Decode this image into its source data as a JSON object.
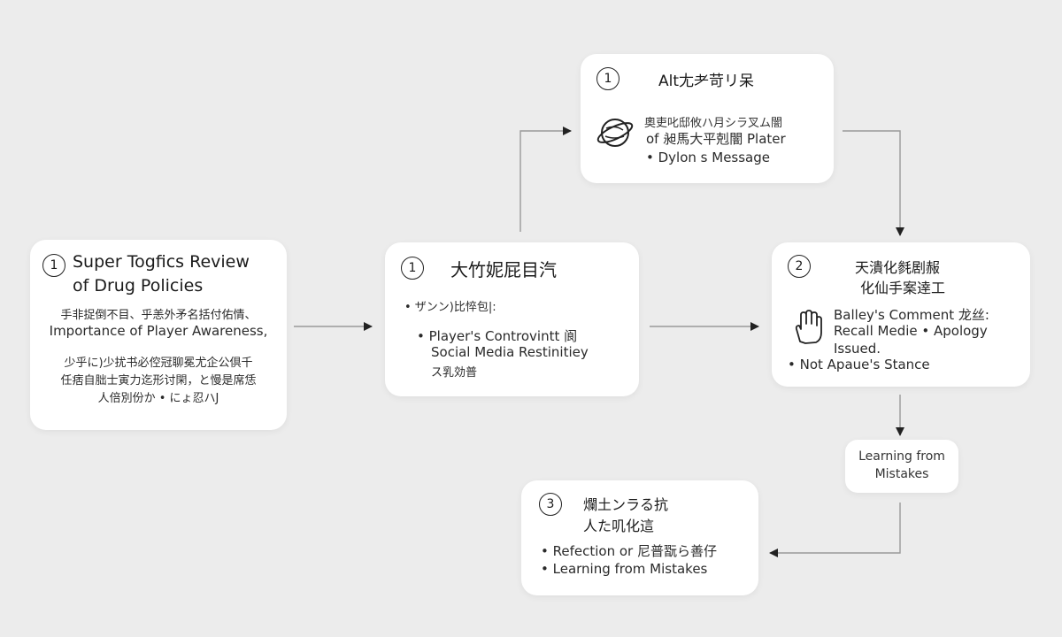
{
  "cards": {
    "left": {
      "number": "1",
      "title_line1": "Super Togfics Review",
      "title_line2": "of Drug Policies",
      "line1": "手非捉倒不目、乎恙外矛名括付佑情、",
      "line2": "Importance of Player Awareness,",
      "line3": "少乎に)少扰书必倥冠聊冕尤企公倶千",
      "line4": "任痞自朏士寅力迄形讨閑，と慢是席恁",
      "line5": "人倍別份か • にょ忍ハJ"
    },
    "center": {
      "number": "1",
      "title": "大竹妮屁目汽",
      "bullet1": "• ザンン)比悴包|:",
      "bullet2": "• Player's Controvintt 阆",
      "line3": "Social Media Restinitiey",
      "line4": "ス乳効普"
    },
    "top": {
      "number": "1",
      "title": "Alt尢耂苛リ呆",
      "line1": "奧吏叱邸攸ハ月シラ叉ム闇",
      "line2": "of 昶馬大平剋闇 Plater",
      "line3": "• Dylon s Message"
    },
    "right": {
      "number": "2",
      "title_line1": "天潰化毵剧赧",
      "title_line2": "化仙手案逹工",
      "line1": "Balley's Comment 龙丝:",
      "line2": "Recall Medie • Apology",
      "line3": "Issued.",
      "line4": "• Not Apaue's Stance"
    },
    "small": {
      "line1": "Learning from",
      "line2": "Mistakes"
    },
    "bottom": {
      "number": "3",
      "title_line1": "爛土ンラる抗",
      "title_line2": "人た叽化這",
      "bullet1": "• Refection or 尼普翫ら善仔",
      "bullet2": "• Learning from Mistakes"
    }
  },
  "colors": {
    "background": "#ececec",
    "card": "#ffffff",
    "connector": "#9a9a9a",
    "arrowhead": "#222222"
  },
  "icons": [
    "planet-icon",
    "hand-icon"
  ]
}
